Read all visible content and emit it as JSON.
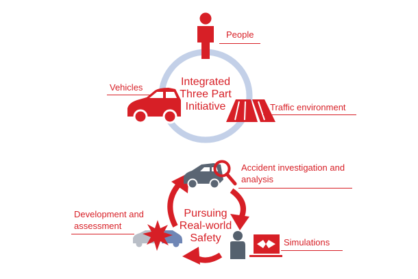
{
  "colors": {
    "accent": "#d71f26",
    "ring": "#c3d0e8",
    "vehicle_gray": "#5a6573",
    "person_gray": "#55616e",
    "car_blue": "#6f86b5",
    "car_light": "#b9bec7"
  },
  "top_cycle": {
    "center_title": "Integrated Three Part Initiative",
    "items": [
      {
        "label": "People",
        "icon": "person-icon"
      },
      {
        "label": "Vehicles",
        "icon": "car-icon"
      },
      {
        "label": "Traffic environment",
        "icon": "road-icon"
      }
    ]
  },
  "bottom_cycle": {
    "center_title": "Pursuing Real-world Safety",
    "items": [
      {
        "label": "Accident investigation and analysis",
        "icon": "car-magnifier-icon"
      },
      {
        "label": "Simulations",
        "icon": "person-screen-icon"
      },
      {
        "label": "Development and assessment",
        "icon": "crash-test-icon"
      }
    ]
  }
}
